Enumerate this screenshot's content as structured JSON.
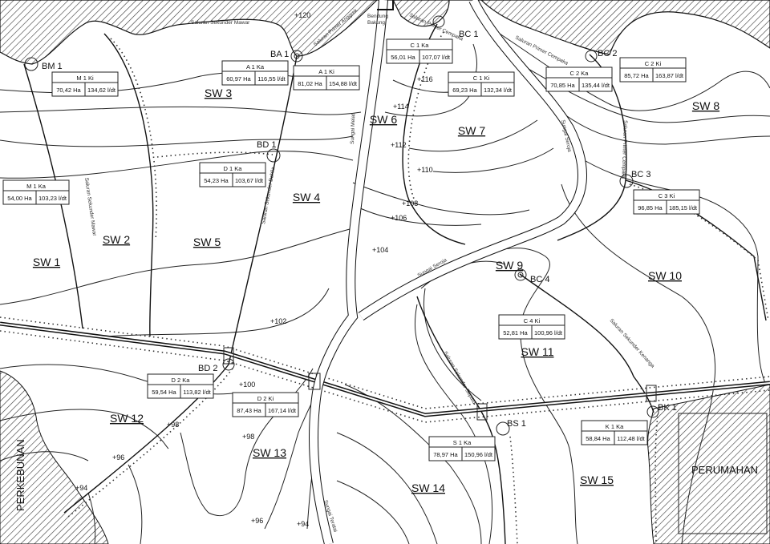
{
  "title": "Skema Jaringan Irigasi",
  "zones": {
    "plantation": "PERKEBUNAN",
    "housing": "PERUMAHAN"
  },
  "areas": [
    "SW 1",
    "SW 2",
    "SW 3",
    "SW 4",
    "SW 5",
    "SW 6",
    "SW 7",
    "SW 8",
    "SW 9",
    "SW 10",
    "SW 11",
    "SW 12",
    "SW 13",
    "SW 14",
    "SW 15"
  ],
  "structures": [
    "BM 1",
    "BA 1",
    "BC 1",
    "BC 2",
    "BD 1",
    "BC 3",
    "BC 4",
    "BD 2",
    "BS 1",
    "BK 1"
  ],
  "elevations": [
    "+120",
    "+116",
    "+114",
    "+112",
    "+110",
    "+108",
    "+106",
    "+104",
    "+102",
    "+100",
    "+98",
    "+98",
    "+96",
    "+94",
    "+96",
    "+94"
  ],
  "channels": [
    "Saluran Sekunder Mawar",
    "Saluran Primer Anggrek",
    "Bendung",
    "Bakung",
    "Saluran Primer Cempaka",
    "Saluran Primer Cempaka",
    "Saluran Sekunder Mawar",
    "Saluran Sekunder Dahlia",
    "Sungai Melati",
    "Sungai Seroja",
    "Sungai Seroja",
    "Saluran Primer Cempaka",
    "Saluran Sekunder Kenanga",
    "Saluran Sekunder Sepatu",
    "Sungai Teratai"
  ],
  "tertiary_blocks": [
    {
      "name": "M 1 Ki",
      "area": "70,42 Ha",
      "flow": "134,62 l/dt"
    },
    {
      "name": "M 1 Ka",
      "area": "54,00 Ha",
      "flow": "103,23 l/dt"
    },
    {
      "name": "A 1 Ka",
      "area": "60,97 Ha",
      "flow": "116,55 l/dt"
    },
    {
      "name": "A 1 Ki",
      "area": "81,02 Ha",
      "flow": "154,88 l/dt"
    },
    {
      "name": "D 1 Ka",
      "area": "54,23 Ha",
      "flow": "103,67 l/dt"
    },
    {
      "name": "C 1 Ka",
      "area": "56,01 Ha",
      "flow": "107,07 l/dt"
    },
    {
      "name": "C 1 Ki",
      "area": "69,23 Ha",
      "flow": "132,34 l/dt"
    },
    {
      "name": "C 2 Ka",
      "area": "70,85 Ha",
      "flow": "135,44 l/dt"
    },
    {
      "name": "C 2 Ki",
      "area": "85,72 Ha",
      "flow": "163,87 l/dt"
    },
    {
      "name": "C 3 Ki",
      "area": "96,85 Ha",
      "flow": "185,15 l/dt"
    },
    {
      "name": "C 4 Ki",
      "area": "52,81 Ha",
      "flow": "100,96 l/dt"
    },
    {
      "name": "D 2 Ka",
      "area": "59,54 Ha",
      "flow": "113,82 l/dt"
    },
    {
      "name": "D 2 Ki",
      "area": "87,43 Ha",
      "flow": "167,14 l/dt"
    },
    {
      "name": "S 1 Ka",
      "area": "78,97 Ha",
      "flow": "150,96 l/dt"
    },
    {
      "name": "K 1 Ka",
      "area": "58,84 Ha",
      "flow": "112,48 l/dt"
    }
  ]
}
